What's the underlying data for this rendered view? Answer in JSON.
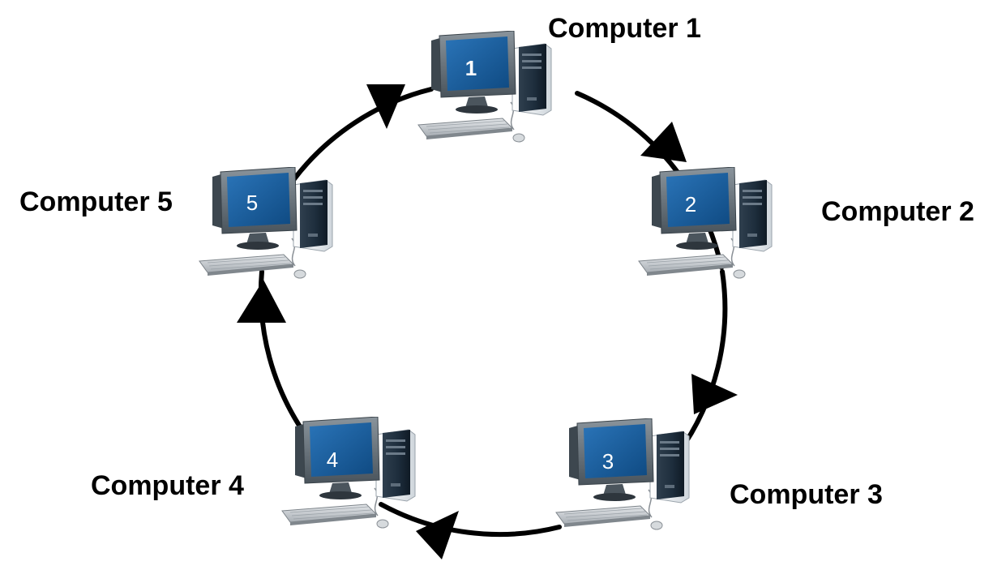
{
  "diagram": {
    "nodes": [
      {
        "id": 1,
        "label": "Computer 1",
        "screen_number": "1"
      },
      {
        "id": 2,
        "label": "Computer 2",
        "screen_number": "2"
      },
      {
        "id": 3,
        "label": "Computer 3",
        "screen_number": "3"
      },
      {
        "id": 4,
        "label": "Computer 4",
        "screen_number": "4"
      },
      {
        "id": 5,
        "label": "Computer 5",
        "screen_number": "5"
      }
    ],
    "links": [
      {
        "from": 1,
        "to": 2
      },
      {
        "from": 2,
        "to": 3
      },
      {
        "from": 3,
        "to": 4
      },
      {
        "from": 4,
        "to": 5
      },
      {
        "from": 5,
        "to": 1
      }
    ]
  },
  "colors": {
    "ring": "#000000",
    "screen": "#1a5c9a",
    "case_dark": "#1e2e3d",
    "case_light": "#e9edf0",
    "monitor": "#5f6b75",
    "keyboard": "#c9cdd1"
  },
  "icons": [
    "computer-icon",
    "arrow-icon"
  ]
}
